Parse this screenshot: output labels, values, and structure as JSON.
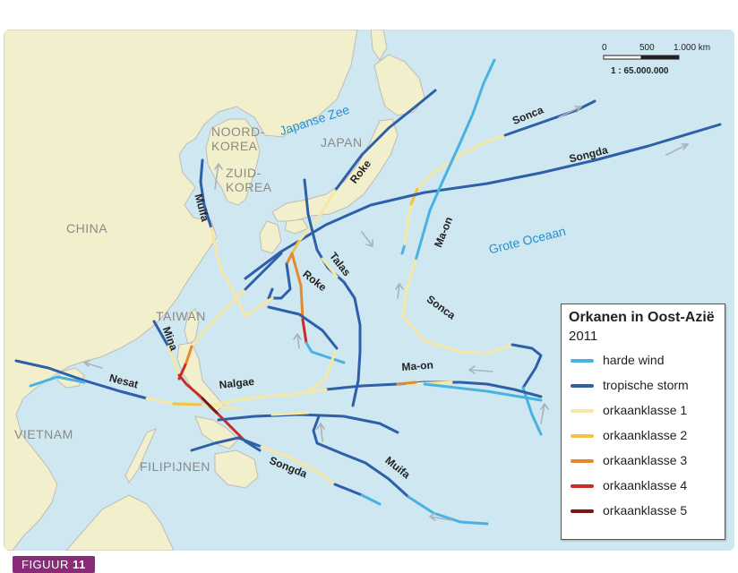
{
  "colors": {
    "sea": "#cfe7f1",
    "land": "#f2f0cc",
    "land_stroke": "#bdbdb3",
    "harde_wind": "#49b2e2",
    "tropische_storm": "#2f5fa8",
    "klasse1": "#f6e7a5",
    "klasse2": "#f1c443",
    "klasse3": "#e58a2c",
    "klasse4": "#cc2a24",
    "klasse5": "#7a1616",
    "figure_label_bg": "#8a2b7a"
  },
  "figure_label": {
    "prefix": "FIGUUR ",
    "number": "11"
  },
  "legend": {
    "title": "Orkanen in Oost-Azië",
    "year": "2011",
    "items": [
      {
        "label": "harde wind",
        "color": "#49b2e2"
      },
      {
        "label": "tropische storm",
        "color": "#2f5fa8"
      },
      {
        "label": "orkaanklasse 1",
        "color": "#f6e7a5"
      },
      {
        "label": "orkaanklasse 2",
        "color": "#f1c443"
      },
      {
        "label": "orkaanklasse 3",
        "color": "#e58a2c"
      },
      {
        "label": "orkaanklasse 4",
        "color": "#cc2a24"
      },
      {
        "label": "orkaanklasse 5",
        "color": "#7a1616"
      }
    ]
  },
  "scale": {
    "ticks": [
      "0",
      "500",
      "1.000 km"
    ],
    "ratio": "1 : 65.000.000"
  },
  "countries": {
    "china": "CHINA",
    "noord_korea": "NOORD-\nKOREA",
    "zuid_korea": "ZUID-\nKOREA",
    "japan": "JAPAN",
    "taiwan": "TAIWAN",
    "vietnam": "VIETNAM",
    "filipijnen": "FILIPIJNEN"
  },
  "seas": {
    "japanse_zee": "Japanse Zee",
    "grote_oceaan": "Grote Oceaan"
  },
  "storms": {
    "sonca_1": "Sonca",
    "songda_1": "Songda",
    "roke_1": "Roke",
    "muifa_1": "Muifa",
    "ma_on_1": "Ma-on",
    "talas": "Talas",
    "roke_2": "Roke",
    "sonca_2": "Sonca",
    "mina": "Mina",
    "nalgae": "Nalgae",
    "nesat": "Nesat",
    "ma_on_2": "Ma-on",
    "songda_2": "Songda",
    "muifa_2": "Muifa"
  }
}
